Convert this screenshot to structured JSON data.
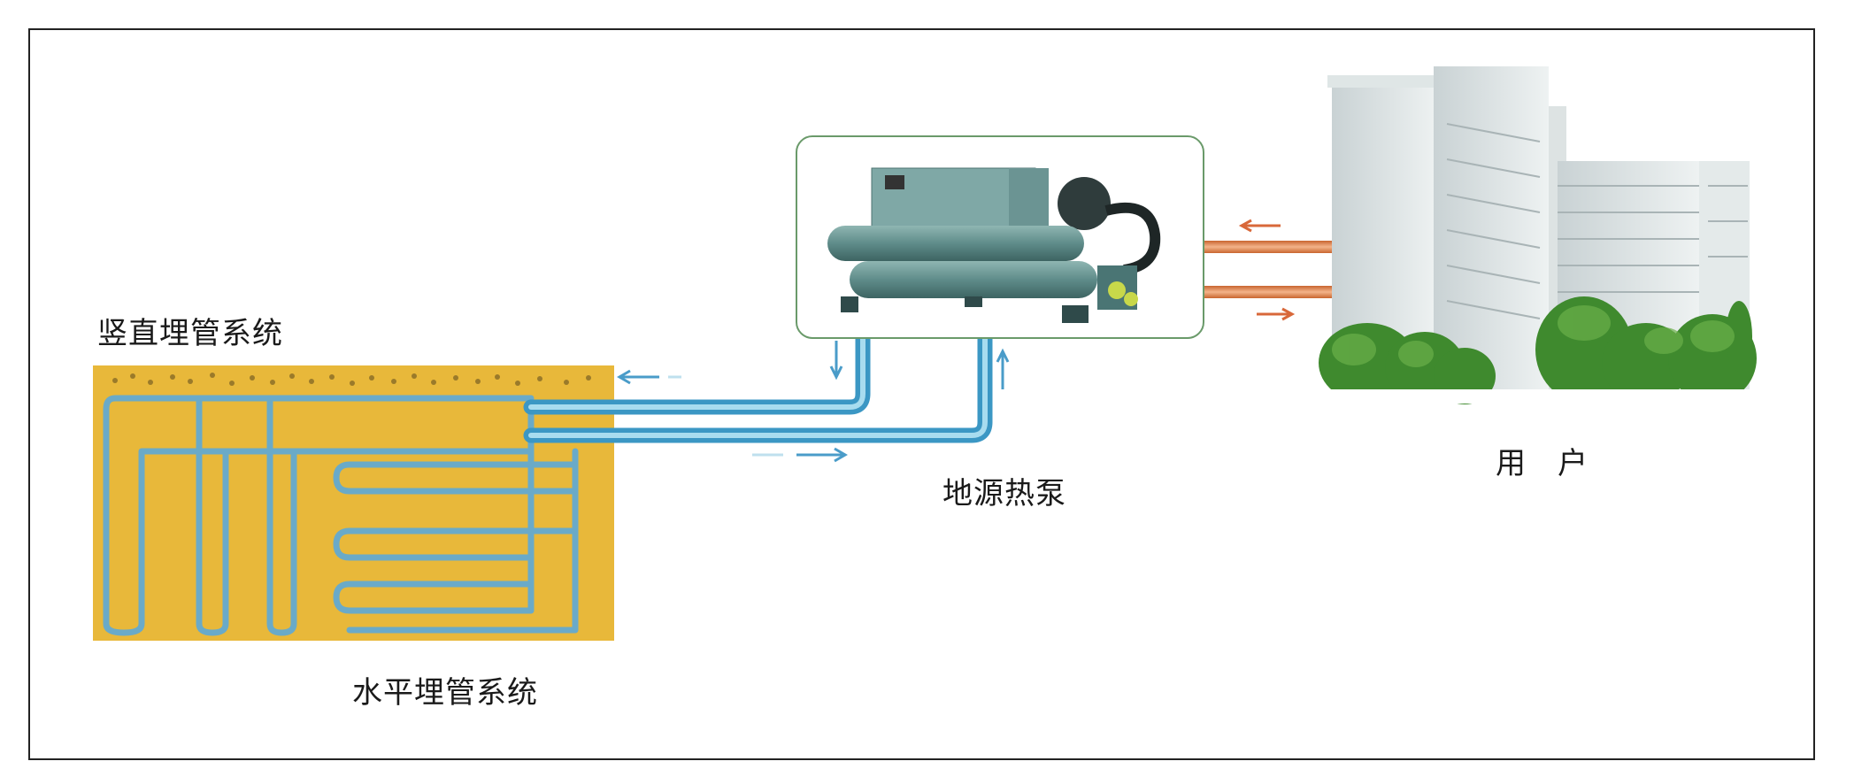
{
  "labels": {
    "vertical_system": "竖直埋管系统",
    "horizontal_system": "水平埋管系统",
    "heat_pump": "地源热泵",
    "user": "用　户"
  },
  "colors": {
    "soil": "#e8b83a",
    "ground_pipe": "#5fb3d6",
    "building_pipe": "#e0895a",
    "frame": "#222222",
    "pump_border": "#6a9a6a"
  }
}
